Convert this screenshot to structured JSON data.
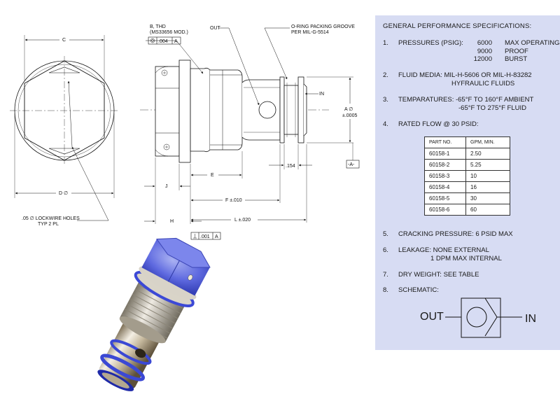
{
  "drawing": {
    "dim_c": "C",
    "dim_d": "D ∅",
    "lockwire_line1": ".05 ∅ LOCKWIRE HOLES",
    "lockwire_line2": "TYP 2 PL",
    "thread_line1": "B, THD",
    "thread_line2": "(MS33656 MOD.)",
    "thread_tol_value": ".004",
    "thread_tol_datum": "A",
    "out_label": "OUT",
    "oring_line1": "O-RING PACKING GROOVE",
    "oring_line2": "PER MIL-G-5514",
    "in_label": "IN",
    "dim_a_line1": "A ∅",
    "dim_a_line2": "±.0005",
    "datum_a": "-A-",
    "dim_154": ".154",
    "dim_e": "E",
    "dim_j": "J",
    "dim_f": "F ±.010",
    "dim_h": "H",
    "dim_l": "L ±.020",
    "perp_tol_value": ".001",
    "perp_tol_datum": "A"
  },
  "specs": {
    "title": "GENERAL PERFORMANCE SPECIFICATIONS:",
    "item1": {
      "num": "1.",
      "label": "PRESSURES (PSIG):",
      "rows": [
        {
          "value": "6000",
          "desc": "MAX OPERATING"
        },
        {
          "value": "9000",
          "desc": "PROOF"
        },
        {
          "value": "12000",
          "desc": "BURST"
        }
      ]
    },
    "item2": {
      "num": "2.",
      "line1": "FLUID MEDIA:  MIL-H-5606 OR MIL-H-83282",
      "line2": "HYFRAULIC FLUIDS"
    },
    "item3": {
      "num": "3.",
      "line1": "TEMPARATURES:  -65°F TO 160°F AMBIENT",
      "line2": "-65°F TO 275°F FLUID"
    },
    "item4": {
      "num": "4.",
      "label": "RATED FLOW @ 30 PSID:"
    },
    "flow_table": {
      "headers": [
        "PART NO.",
        "GPM, MIN."
      ],
      "rows": [
        [
          "60158-1",
          "2.50"
        ],
        [
          "60158-2",
          "5.25"
        ],
        [
          "60158-3",
          "10"
        ],
        [
          "60158-4",
          "16"
        ],
        [
          "60158-5",
          "30"
        ],
        [
          "60158-6",
          "60"
        ]
      ]
    },
    "item5": {
      "num": "5.",
      "label": "CRACKING  PRESSURE:  6 PSID MAX"
    },
    "item6": {
      "num": "6.",
      "line1": "LEAKAGE:  NONE EXTERNAL",
      "line2": "1 DPM MAX INTERNAL"
    },
    "item7": {
      "num": "7.",
      "label": "DRY WEIGHT: SEE TABLE"
    },
    "item8": {
      "num": "8.",
      "label": "SCHEMATIC:"
    },
    "schematic": {
      "out": "OUT",
      "in": "IN"
    }
  },
  "colors": {
    "panel": "#d7dcf3",
    "seal_blue": "#4655d8",
    "metal_light": "#e9e4d8",
    "metal_dark": "#8a7a5e"
  }
}
